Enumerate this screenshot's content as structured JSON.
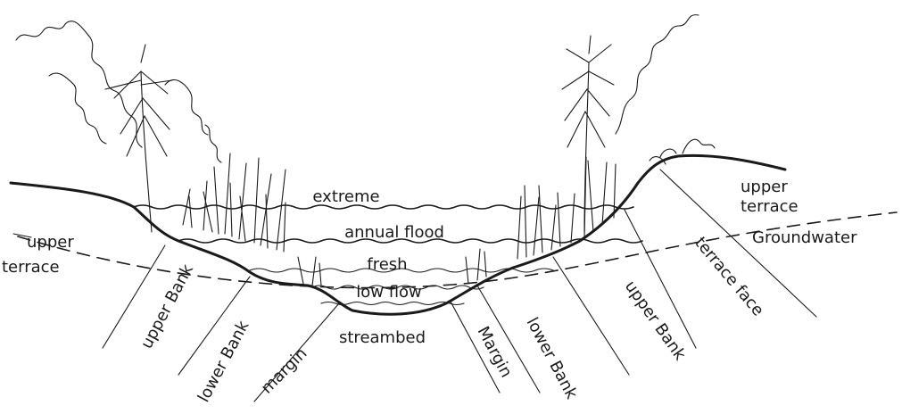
{
  "water_levels": {
    "extreme": "extreme",
    "annual_flood": "annual flood",
    "fresh": "fresh",
    "low_flow": "low flow"
  },
  "zones": {
    "upper_terrace_left": "upper terrace",
    "upper_terrace_right": "upper terrace",
    "groundwater": "Groundwater",
    "terrace_face": "terrace face",
    "upper_bank_left": "upper Bank",
    "lower_bank_left": "lower Bank",
    "margin_left": "margin",
    "streambed": "streambed",
    "margin_right": "Margin",
    "lower_bank_right": "lower Bank",
    "upper_bank_right": "upper Bank"
  }
}
